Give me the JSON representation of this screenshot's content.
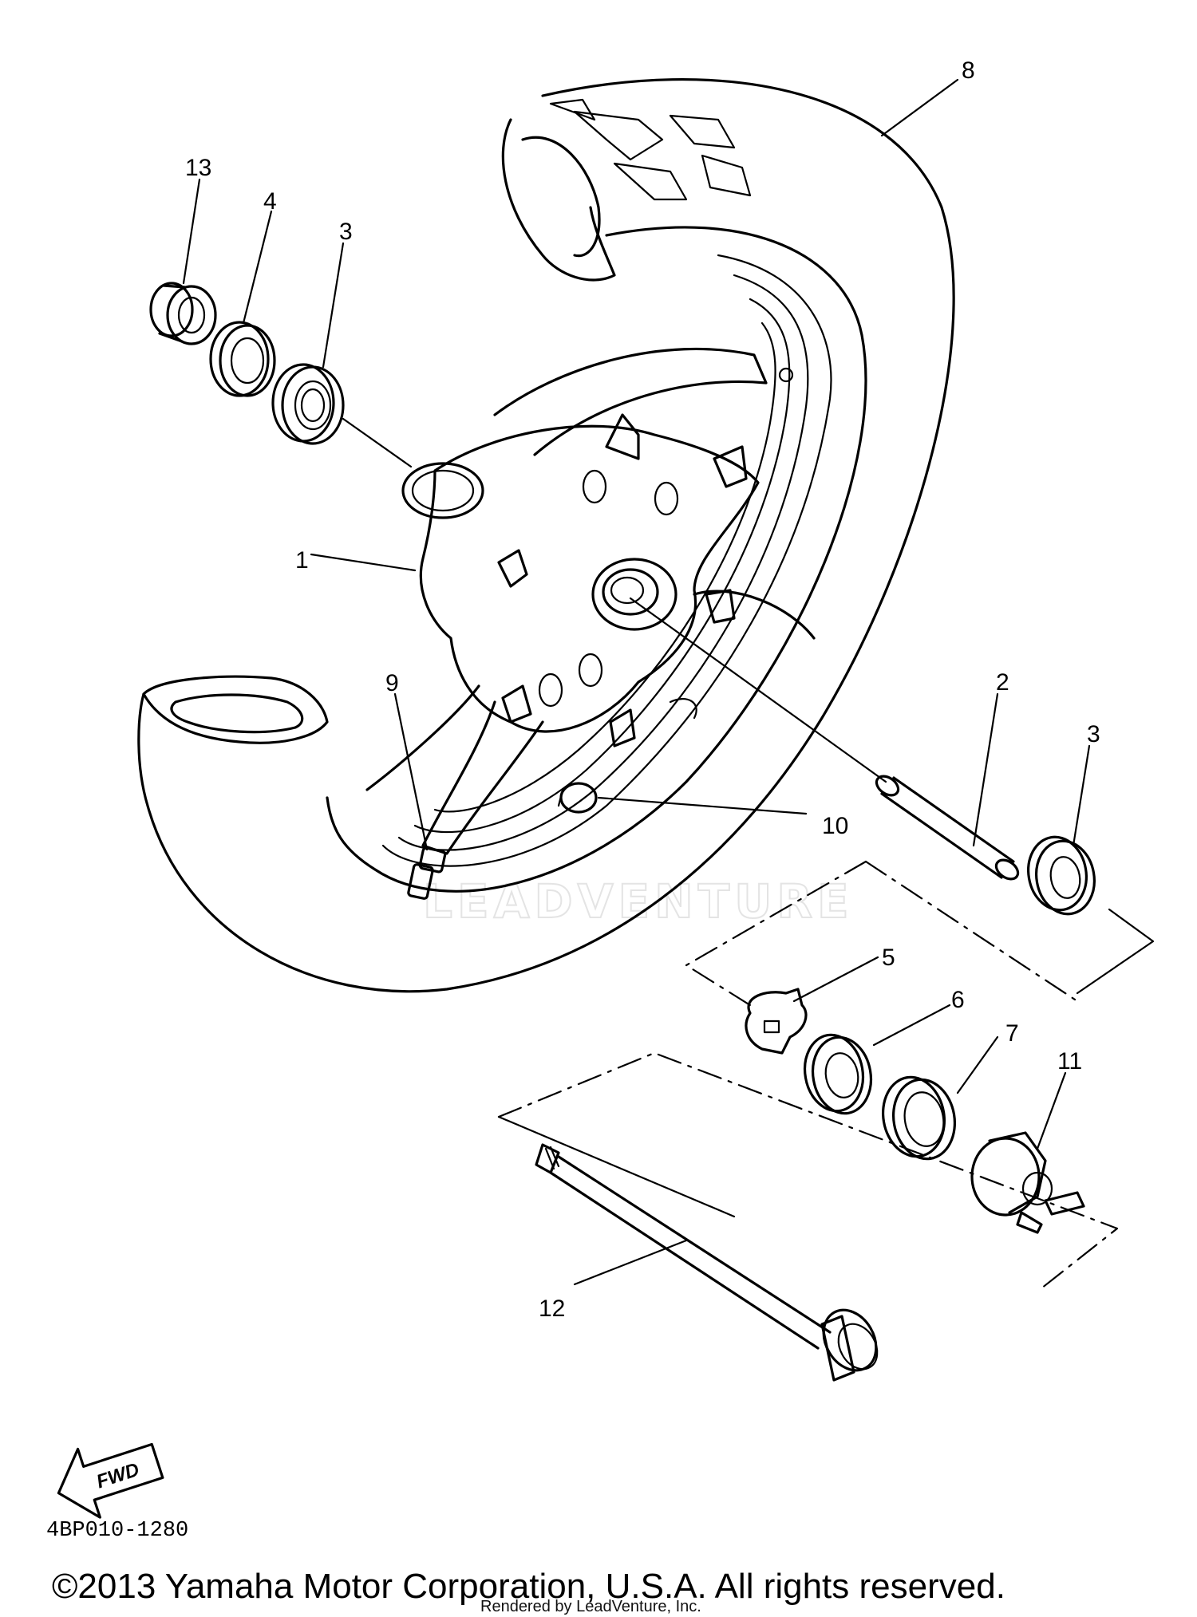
{
  "callouts": [
    {
      "id": "1",
      "label": "1"
    },
    {
      "id": "2",
      "label": "2"
    },
    {
      "id": "3a",
      "label": "3"
    },
    {
      "id": "3b",
      "label": "3"
    },
    {
      "id": "4",
      "label": "4"
    },
    {
      "id": "5",
      "label": "5"
    },
    {
      "id": "6",
      "label": "6"
    },
    {
      "id": "7",
      "label": "7"
    },
    {
      "id": "8",
      "label": "8"
    },
    {
      "id": "9",
      "label": "9"
    },
    {
      "id": "10",
      "label": "10"
    },
    {
      "id": "11",
      "label": "11"
    },
    {
      "id": "12",
      "label": "12"
    },
    {
      "id": "13",
      "label": "13"
    }
  ],
  "fwd_arrow": {
    "text": "FWD"
  },
  "diagram_code": "4BP010-1280",
  "watermark": "LEADVENTURE",
  "copyright": "©2013 Yamaha Motor Corporation, U.S.A. All rights reserved.",
  "rendered_by": "Rendered by LeadVenture, Inc."
}
